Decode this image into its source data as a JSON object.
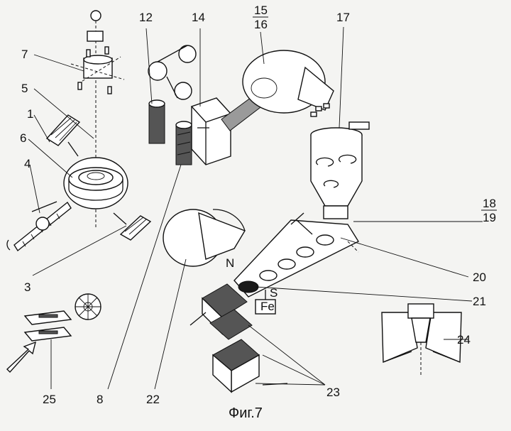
{
  "figure": {
    "caption": "Фиг.7",
    "labels": {
      "l1": "1",
      "l3": "3",
      "l4": "4",
      "l5": "5",
      "l6": "6",
      "l7": "7",
      "l8": "8",
      "l12": "12",
      "l14": "14",
      "l15": "15",
      "l16": "16",
      "l17": "17",
      "l18": "18",
      "l19": "19",
      "l20": "20",
      "l21": "21",
      "l22": "22",
      "l23": "23",
      "l24": "24",
      "l25": "25"
    },
    "annotations": {
      "magnet_n": "N",
      "magnet_s": "S",
      "iron": "Fe"
    }
  }
}
